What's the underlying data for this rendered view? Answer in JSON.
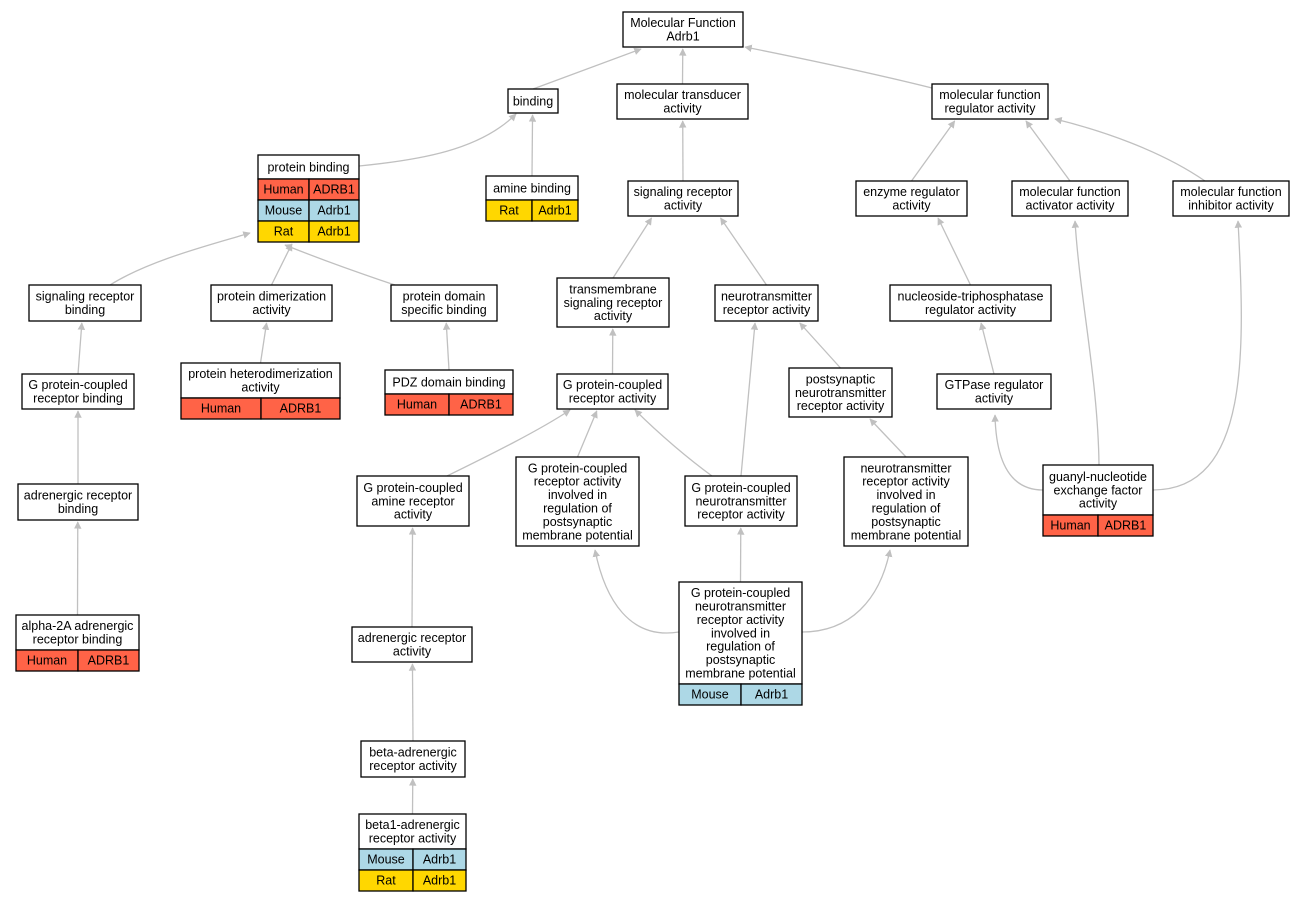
{
  "colors": {
    "edge": "#c0c0c0",
    "human": "#ff6347",
    "mouse": "#add8e6",
    "rat": "#ffd700"
  },
  "nodes": {
    "root": {
      "lines": [
        "Molecular Function",
        "Adrb1"
      ]
    },
    "binding": {
      "lines": [
        "binding"
      ]
    },
    "mol_transducer": {
      "lines": [
        "molecular transducer",
        "activity"
      ]
    },
    "mf_regulator": {
      "lines": [
        "molecular function",
        "regulator activity"
      ]
    },
    "protein_binding": {
      "lines": [
        "protein binding"
      ],
      "orthologs": [
        {
          "species": "Human",
          "gene": "ADRB1"
        },
        {
          "species": "Mouse",
          "gene": "Adrb1"
        },
        {
          "species": "Rat",
          "gene": "Adrb1"
        }
      ]
    },
    "amine_binding": {
      "lines": [
        "amine binding"
      ],
      "orthologs": [
        {
          "species": "Rat",
          "gene": "Adrb1"
        }
      ]
    },
    "signaling_receptor_activity": {
      "lines": [
        "signaling receptor",
        "activity"
      ]
    },
    "enzyme_regulator": {
      "lines": [
        "enzyme regulator",
        "activity"
      ]
    },
    "mf_activator": {
      "lines": [
        "molecular function",
        "activator activity"
      ]
    },
    "mf_inhibitor": {
      "lines": [
        "molecular function",
        "inhibitor activity"
      ]
    },
    "signaling_receptor_binding": {
      "lines": [
        "signaling receptor",
        "binding"
      ]
    },
    "protein_dimerization": {
      "lines": [
        "protein dimerization",
        "activity"
      ]
    },
    "protein_domain_specific": {
      "lines": [
        "protein domain",
        "specific binding"
      ]
    },
    "transmembrane_signaling": {
      "lines": [
        "transmembrane",
        "signaling receptor",
        "activity"
      ]
    },
    "neurotransmitter_receptor": {
      "lines": [
        "neurotransmitter",
        "receptor activity"
      ]
    },
    "ntp_regulator": {
      "lines": [
        "nucleoside-triphosphatase",
        "regulator activity"
      ]
    },
    "gpcr_binding": {
      "lines": [
        "G protein-coupled",
        "receptor binding"
      ]
    },
    "protein_heterodimerization": {
      "lines": [
        "protein heterodimerization",
        "activity"
      ],
      "orthologs": [
        {
          "species": "Human",
          "gene": "ADRB1"
        }
      ]
    },
    "pdz_domain": {
      "lines": [
        "PDZ domain binding"
      ],
      "orthologs": [
        {
          "species": "Human",
          "gene": "ADRB1"
        }
      ]
    },
    "gpcr_activity": {
      "lines": [
        "G protein-coupled",
        "receptor activity"
      ]
    },
    "postsynaptic_nt_receptor": {
      "lines": [
        "postsynaptic",
        "neurotransmitter",
        "receptor activity"
      ]
    },
    "gtpase_regulator": {
      "lines": [
        "GTPase regulator",
        "activity"
      ]
    },
    "adrenergic_receptor_binding": {
      "lines": [
        "adrenergic receptor",
        "binding"
      ]
    },
    "gpcr_amine_receptor": {
      "lines": [
        "G protein-coupled",
        "amine receptor",
        "activity"
      ]
    },
    "gpcr_postsynaptic_potential": {
      "lines": [
        "G protein-coupled",
        "receptor activity",
        "involved in",
        "regulation of",
        "postsynaptic",
        "membrane potential"
      ]
    },
    "gpcr_neurotransmitter": {
      "lines": [
        "G protein-coupled",
        "neurotransmitter",
        "receptor activity"
      ]
    },
    "nt_receptor_postsynaptic_potential": {
      "lines": [
        "neurotransmitter",
        "receptor activity",
        "involved in",
        "regulation of",
        "postsynaptic",
        "membrane potential"
      ]
    },
    "guanyl_nucleotide_exchange": {
      "lines": [
        "guanyl-nucleotide",
        "exchange factor",
        "activity"
      ],
      "orthologs": [
        {
          "species": "Human",
          "gene": "ADRB1"
        }
      ]
    },
    "alpha2a_adrenergic": {
      "lines": [
        "alpha-2A adrenergic",
        "receptor binding"
      ],
      "orthologs": [
        {
          "species": "Human",
          "gene": "ADRB1"
        }
      ]
    },
    "adrenergic_receptor_activity": {
      "lines": [
        "adrenergic receptor",
        "activity"
      ]
    },
    "gpcr_nt_postsynaptic_potential": {
      "lines": [
        "G protein-coupled",
        "neurotransmitter",
        "receptor activity",
        "involved in",
        "regulation of",
        "postsynaptic",
        "membrane potential"
      ],
      "orthologs": [
        {
          "species": "Mouse",
          "gene": "Adrb1"
        }
      ]
    },
    "beta_adrenergic": {
      "lines": [
        "beta-adrenergic",
        "receptor activity"
      ]
    },
    "beta1_adrenergic": {
      "lines": [
        "beta1-adrenergic",
        "receptor activity"
      ],
      "orthologs": [
        {
          "species": "Mouse",
          "gene": "Adrb1"
        },
        {
          "species": "Rat",
          "gene": "Adrb1"
        }
      ]
    }
  },
  "edges": [
    [
      "binding",
      "root"
    ],
    [
      "mol_transducer",
      "root"
    ],
    [
      "mf_regulator",
      "root"
    ],
    [
      "protein_binding",
      "binding"
    ],
    [
      "amine_binding",
      "binding"
    ],
    [
      "signaling_receptor_activity",
      "mol_transducer"
    ],
    [
      "enzyme_regulator",
      "mf_regulator"
    ],
    [
      "mf_activator",
      "mf_regulator"
    ],
    [
      "mf_inhibitor",
      "mf_regulator"
    ],
    [
      "signaling_receptor_binding",
      "protein_binding"
    ],
    [
      "protein_dimerization",
      "protein_binding"
    ],
    [
      "protein_domain_specific",
      "protein_binding"
    ],
    [
      "transmembrane_signaling",
      "signaling_receptor_activity"
    ],
    [
      "neurotransmitter_receptor",
      "signaling_receptor_activity"
    ],
    [
      "ntp_regulator",
      "enzyme_regulator"
    ],
    [
      "gpcr_binding",
      "signaling_receptor_binding"
    ],
    [
      "protein_heterodimerization",
      "protein_dimerization"
    ],
    [
      "pdz_domain",
      "protein_domain_specific"
    ],
    [
      "gpcr_activity",
      "transmembrane_signaling"
    ],
    [
      "postsynaptic_nt_receptor",
      "neurotransmitter_receptor"
    ],
    [
      "gtpase_regulator",
      "ntp_regulator"
    ],
    [
      "adrenergic_receptor_binding",
      "gpcr_binding"
    ],
    [
      "gpcr_amine_receptor",
      "gpcr_activity"
    ],
    [
      "gpcr_postsynaptic_potential",
      "gpcr_activity"
    ],
    [
      "gpcr_neurotransmitter",
      "gpcr_activity"
    ],
    [
      "gpcr_neurotransmitter",
      "neurotransmitter_receptor"
    ],
    [
      "nt_receptor_postsynaptic_potential",
      "postsynaptic_nt_receptor"
    ],
    [
      "guanyl_nucleotide_exchange",
      "gtpase_regulator"
    ],
    [
      "guanyl_nucleotide_exchange",
      "mf_activator"
    ],
    [
      "guanyl_nucleotide_exchange",
      "mf_inhibitor"
    ],
    [
      "alpha2a_adrenergic",
      "adrenergic_receptor_binding"
    ],
    [
      "adrenergic_receptor_activity",
      "gpcr_amine_receptor"
    ],
    [
      "gpcr_nt_postsynaptic_potential",
      "gpcr_postsynaptic_potential"
    ],
    [
      "gpcr_nt_postsynaptic_potential",
      "gpcr_neurotransmitter"
    ],
    [
      "gpcr_nt_postsynaptic_potential",
      "nt_receptor_postsynaptic_potential"
    ],
    [
      "beta_adrenergic",
      "adrenergic_receptor_activity"
    ],
    [
      "beta1_adrenergic",
      "beta_adrenergic"
    ]
  ]
}
